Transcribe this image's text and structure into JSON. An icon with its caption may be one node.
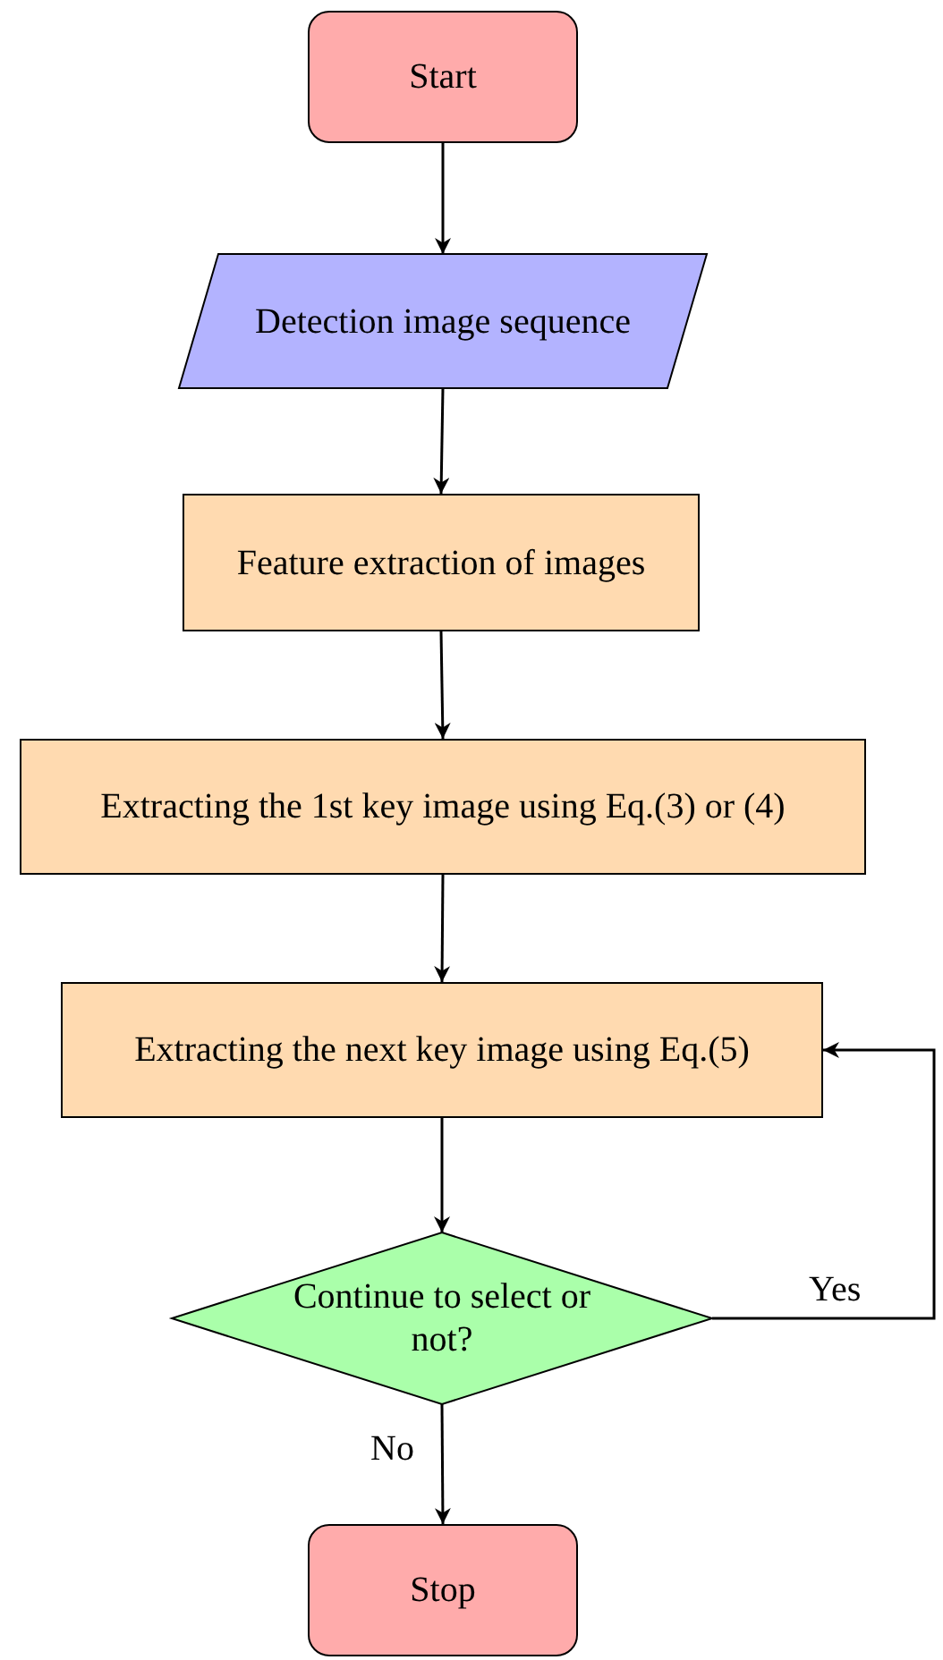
{
  "diagram": {
    "nodes": [
      {
        "text": [
          "Start"
        ]
      },
      {
        "text": [
          "Detection image sequence"
        ]
      },
      {
        "text": [
          "Feature extraction of images"
        ]
      },
      {
        "text": [
          "Extracting the 1st key image using Eq.(3) or (4)"
        ]
      },
      {
        "text": [
          "Extracting the next key image using Eq.(5)"
        ]
      },
      {
        "text": [
          "Continue to select or not?"
        ]
      },
      {
        "text": [
          "Stop"
        ]
      }
    ],
    "edges": [
      {
        "from": 0,
        "to": 1,
        "arrow": "to"
      },
      {
        "from": 1,
        "to": 2,
        "arrow": "to"
      },
      {
        "from": 2,
        "to": 3,
        "arrow": "to"
      },
      {
        "from": 3,
        "to": 4,
        "arrow": "to"
      },
      {
        "from": 4,
        "to": 5,
        "arrow": "to"
      },
      {
        "from": 5,
        "to": 4,
        "label": "Yes",
        "arrow": "to"
      },
      {
        "from": 5,
        "to": 6,
        "label": "No",
        "arrow": "to"
      }
    ]
  }
}
